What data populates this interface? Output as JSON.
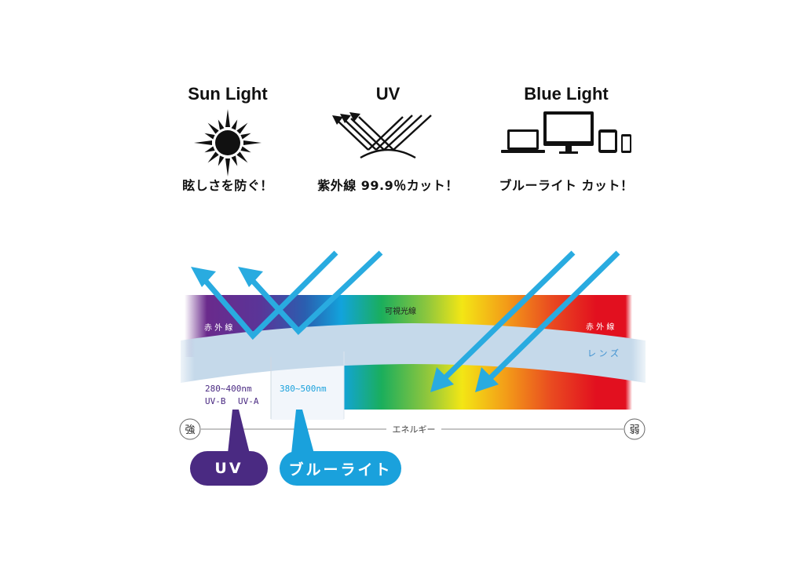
{
  "features": [
    {
      "title": "Sun Light",
      "caption": "眩しさを防ぐ！",
      "icon": "sun-icon"
    },
    {
      "title": "UV",
      "caption": "紫外線 99.9％カット！",
      "icon": "uv-reflection-icon"
    },
    {
      "title": "Blue Light",
      "caption": "ブルーライト カット！",
      "icon": "devices-icon"
    }
  ],
  "spectrum": {
    "infrared_left": "赤 外 線",
    "visible": "可視光線",
    "infrared_right": "赤 外 線",
    "lens": "レ ン ズ",
    "uv_range": "280~400nm",
    "uv_b": "UV-B",
    "uv_a": "UV-A",
    "blue_range": "380~500nm",
    "energy": "エネルギー",
    "strong": "強",
    "weak": "弱"
  },
  "pills": {
    "uv": "UV",
    "blue": "ブルーライト"
  },
  "colors": {
    "uv_purple": "#4a2a82",
    "blue_light": "#1aa1dc",
    "arrow": "#29abe0",
    "lens": "#c5d9ea"
  }
}
